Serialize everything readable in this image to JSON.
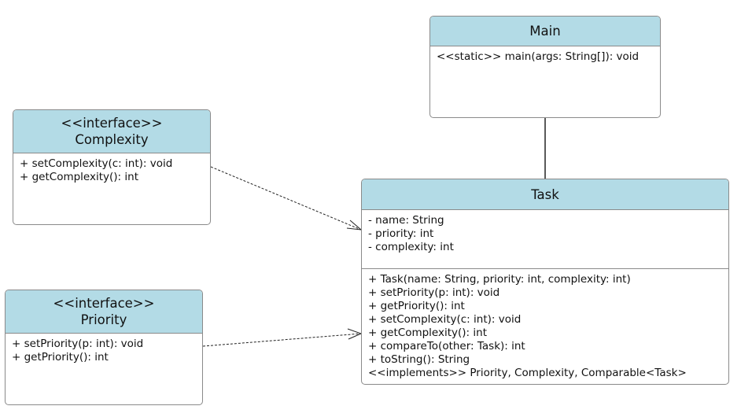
{
  "classes": {
    "main": {
      "name": "Main",
      "operations": [
        "<<static>> main(args: String[]): void"
      ]
    },
    "complexity": {
      "stereotype": "<<interface>>",
      "name": "Complexity",
      "operations": [
        "+ setComplexity(c: int): void",
        "+ getComplexity(): int"
      ]
    },
    "priority": {
      "stereotype": "<<interface>>",
      "name": "Priority",
      "operations": [
        "+ setPriority(p: int): void",
        "+ getPriority(): int"
      ]
    },
    "task": {
      "name": "Task",
      "attributes": [
        "- name: String",
        "- priority: int",
        "- complexity: int"
      ],
      "operations": [
        "+ Task(name: String, priority: int, complexity: int)",
        "+ setPriority(p: int): void",
        "+ getPriority(): int",
        "+ setComplexity(c: int): void",
        "+ getComplexity(): int",
        "+ compareTo(other: Task): int",
        "+ toString(): String",
        "<<implements>> Priority, Complexity, Comparable<Task>"
      ]
    }
  },
  "colors": {
    "header": "#b3dbe6",
    "border": "#8a8a8a",
    "line": "#222222"
  }
}
